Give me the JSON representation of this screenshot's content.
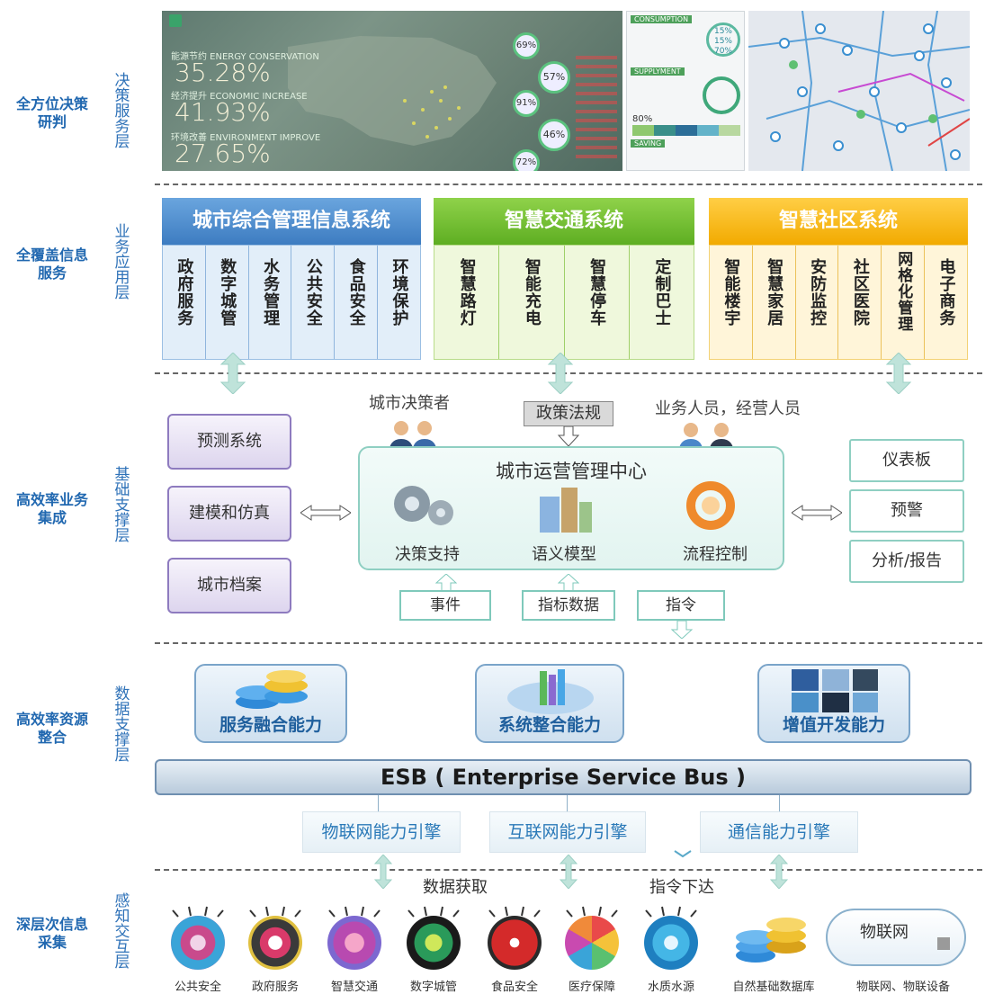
{
  "layers": [
    {
      "title": "全方位决策\n研判",
      "vertical": "决策服务层"
    },
    {
      "title": "全覆盖信息\n服务",
      "vertical": "业务应用层"
    },
    {
      "title": "高效率业务\n集成",
      "vertical": "基础支撑层"
    },
    {
      "title": "高效率资源\n整合",
      "vertical": "数据支撑层"
    },
    {
      "title": "深层次信息\n采集",
      "vertical": "感知交互层"
    }
  ],
  "dashboard": {
    "stats": [
      {
        "label": "能源节约 ENERGY CONSERVATION",
        "value": "35.28%"
      },
      {
        "label": "经济提升 ECONOMIC INCREASE",
        "value": "41.93%"
      },
      {
        "label": "环境改善 ENVIRONMENT IMPROVE",
        "value": "27.65%"
      }
    ],
    "gauges": [
      "69%",
      "57%",
      "91%",
      "46%",
      "72%"
    ],
    "panels": [
      "CONSUMPTION",
      "SUPPLYMENT",
      "SAVING"
    ],
    "panel_pct": [
      "15%",
      "15%",
      "70%",
      "80%"
    ]
  },
  "systems": [
    {
      "title": "城市综合管理信息系统",
      "items": [
        "政府服务",
        "数字城管",
        "水务管理",
        "公共安全",
        "食品安全",
        "环境保护"
      ]
    },
    {
      "title": "智慧交通系统",
      "items": [
        "智慧路灯",
        "智能充电",
        "智慧停车",
        "定制巴士"
      ]
    },
    {
      "title": "智慧社区系统",
      "items": [
        "智能楼宇",
        "智慧家居",
        "安防监控",
        "社区医院",
        "网格化管理",
        "电子商务"
      ]
    }
  ],
  "support": {
    "left": [
      "预测系统",
      "建模和仿真",
      "城市档案"
    ],
    "right": [
      "仪表板",
      "预警",
      "分析/报告"
    ],
    "decision_maker": "城市决策者",
    "policy": "政策法规",
    "staff": "业务人员，经营人员",
    "center_title": "城市运营管理中心",
    "center_items": [
      "决策支持",
      "语义模型",
      "流程控制"
    ],
    "inputs": [
      "事件",
      "指标数据",
      "指令"
    ]
  },
  "data_layer": {
    "capabilities": [
      "服务融合能力",
      "系统整合能力",
      "增值开发能力"
    ],
    "esb": "ESB ( Enterprise Service Bus )",
    "engines": [
      "物联网能力引擎",
      "互联网能力引擎",
      "通信能力引擎"
    ]
  },
  "sensing": {
    "acquire": "数据获取",
    "command": "指令下达",
    "icons": [
      "公共安全",
      "政府服务",
      "智慧交通",
      "数字城管",
      "食品安全",
      "医疗保障",
      "水质水源",
      "自然基础数据库",
      "物联网、物联设备"
    ],
    "cloud": "物联网"
  },
  "colors": {
    "blue": "#3d7cc1",
    "green": "#5eae22",
    "orange": "#f2aa00",
    "teal": "#7fc9bb",
    "purple": "#8e7bbf"
  }
}
